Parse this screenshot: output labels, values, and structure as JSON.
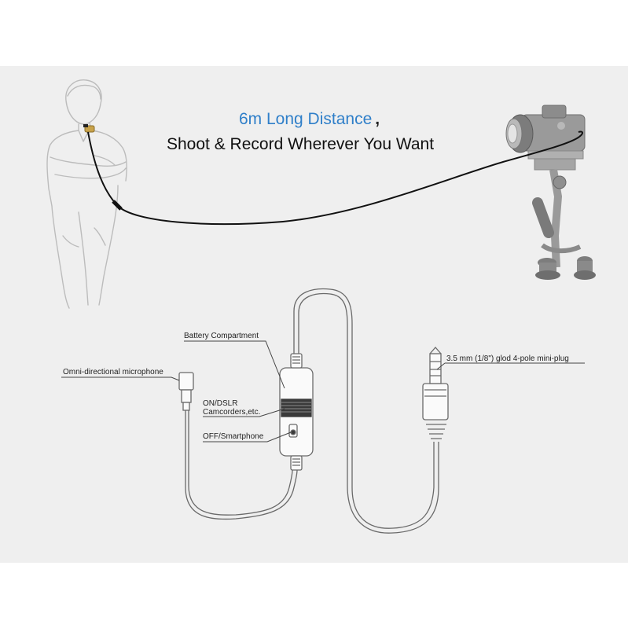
{
  "headline": {
    "line1_accent": "6m Long Distance",
    "line1_punct": ",",
    "line2": "Shoot & Record Wherever You Want"
  },
  "colors": {
    "accent": "#2f7fc9",
    "panel": "#efefef",
    "sketch": "#bcbcbc",
    "cable": "#111111",
    "diagram_line": "#555555"
  },
  "callouts": {
    "battery": "Battery Compartment",
    "microphone": "Omni-directional microphone",
    "on_line1": "ON/DSLR",
    "on_line2": "Camcorders,etc.",
    "off": "OFF/Smartphone",
    "plug": "3.5 mm (1/8\") glod 4-pole mini-plug"
  },
  "icons": {
    "person": "person-sketch-icon",
    "camera": "camera-stabilizer-icon"
  }
}
